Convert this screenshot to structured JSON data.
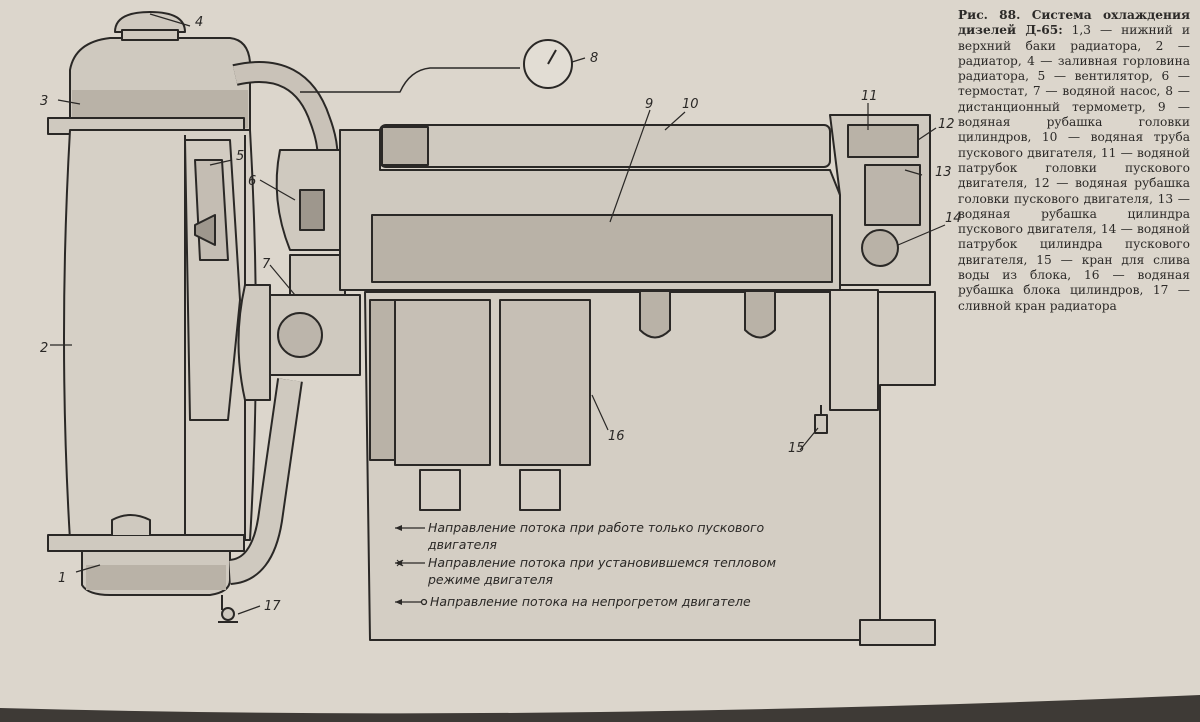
{
  "caption": {
    "title": "Рис. 88. Система охлаждения дизелей Д-65:",
    "body": "1,3 — нижний и верхний баки радиатора, 2 — радиатор, 4 — заливная горловина радиатора, 5 — вентилятор, 6 — термостат, 7 — водяной насос, 8 — дистанционный термометр, 9 — водяная рубашка головки цилиндров, 10 — водяная труба пускового двигателя, 11 — водяной патрубок головки пускового двигателя, 12 — водяная рубашка головки пускового двигателя, 13 — водяная рубашка цилиндра пускового двигателя, 14 — водяной патрубок цилиндра пускового двигателя, 15 — кран для слива воды из блока, 16 — водяная рубашка блока цилиндров, 17 — сливной кран радиатора"
  },
  "labels": {
    "n1": "1",
    "n2": "2",
    "n3": "3",
    "n4": "4",
    "n5": "5",
    "n6": "6",
    "n7": "7",
    "n8": "8",
    "n9": "9",
    "n10": "10",
    "n11": "11",
    "n12": "12",
    "n13": "13",
    "n14": "14",
    "n15": "15",
    "n16": "16",
    "n17": "17"
  },
  "legend": {
    "line1a": "Направление потока при работе только пускового",
    "line1b": "двигателя",
    "line2a": "Направление потока при установившемся тепловом",
    "line2b": "режиме двигателя",
    "line3": "Направление потока на непрогретом двигателе"
  },
  "colors": {
    "paper": "#dcd6cc",
    "ink": "#2a2826",
    "coolant": "#b9b2a7"
  }
}
